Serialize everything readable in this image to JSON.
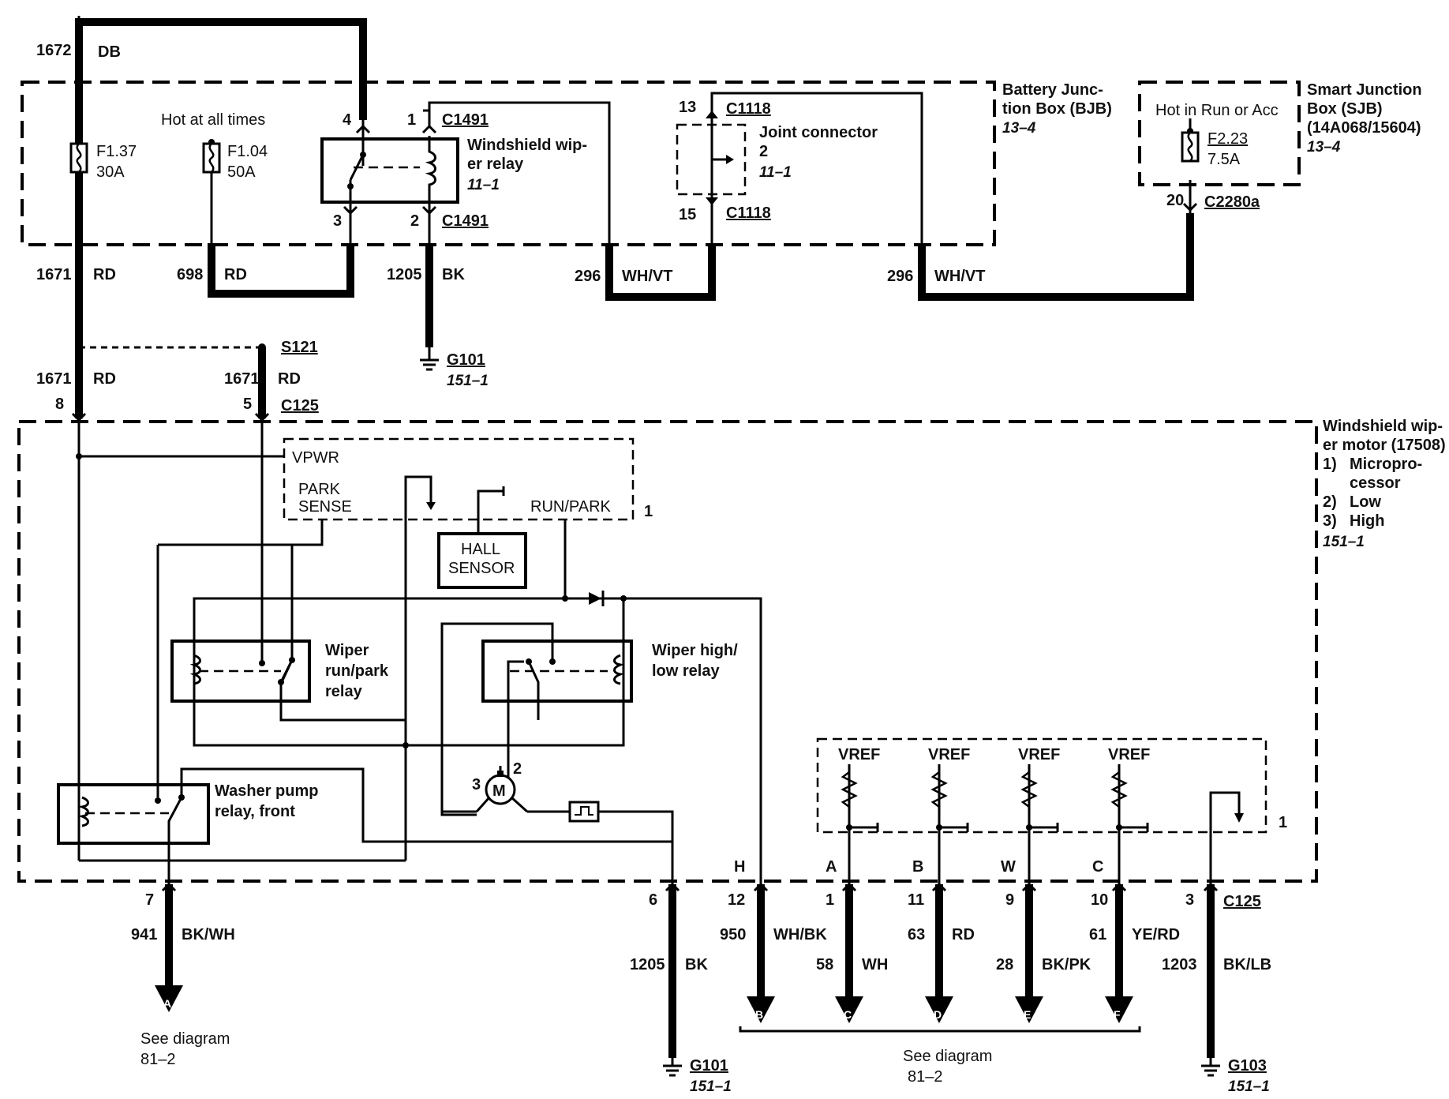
{
  "top": {
    "c1672": "1672",
    "c1672_color": "DB",
    "hot_all_times": "Hot at all times",
    "f137": "F1.37",
    "f137_amp": "30A",
    "f104": "F1.04",
    "f104_amp": "50A",
    "pin4": "4",
    "pin1": "1",
    "pin3": "3",
    "pin2": "2",
    "c1491": "C1491",
    "relay_line1": "Windshield wip-",
    "relay_line2": "er relay",
    "relay_ref": "11–1",
    "pin13": "13",
    "pin15": "15",
    "c1118": "C1118",
    "joint_line1": "Joint connector",
    "joint_line2": "2",
    "joint_ref": "11–1",
    "bjb_line1": "Battery Junc-",
    "bjb_line2": "tion Box (BJB)",
    "bjb_ref": "13–4",
    "sjb_hot": "Hot in Run or Acc",
    "f223": "F2.23",
    "f223_amp": "7.5A",
    "pin20": "20",
    "c2280a": "C2280a",
    "sjb_line1": "Smart Junction",
    "sjb_line2": "Box (SJB)",
    "sjb_line3": "(14A068/15604)",
    "sjb_ref": "13–4"
  },
  "wires_mid": {
    "c1671": "1671",
    "rd": "RD",
    "c698": "698",
    "c1205": "1205",
    "bk": "BK",
    "c296": "296",
    "whvt": "WH/VT",
    "g101": "G101",
    "g101_ref": "151–1",
    "s121": "S121",
    "pin8": "8",
    "pin5": "5",
    "c125": "C125"
  },
  "motor": {
    "vpwr": "VPWR",
    "park1": "PARK",
    "park2": "SENSE",
    "runpark": "RUN/PARK",
    "pin1": "1",
    "hall1": "HALL",
    "hall2": "SENSOR",
    "rp1": "Wiper",
    "rp2": "run/park",
    "rp3": "relay",
    "hl1": "Wiper high/",
    "hl2": "low relay",
    "wp1": "Washer pump",
    "wp2": "relay, front",
    "m": "M",
    "m3": "3",
    "m2": "2",
    "vref": "VREF",
    "title1": "Windshield wip-",
    "title2": "er motor (17508)",
    "l1n": "1)",
    "l1": "Micropro-",
    "l1b": "cessor",
    "l2n": "2)",
    "l2": "Low",
    "l3n": "3)",
    "l3": "High",
    "ref": "151–1",
    "pH": "H",
    "pA": "A",
    "pB": "B",
    "pW": "W",
    "pC": "C",
    "pin1r": "1"
  },
  "bottom": {
    "p7": "7",
    "c941": "941",
    "bkwh": "BK/WH",
    "p6": "6",
    "c1205": "1205",
    "bk": "BK",
    "p12": "12",
    "c950": "950",
    "whbk": "WH/BK",
    "p1": "1",
    "c58": "58",
    "wh": "WH",
    "p11": "11",
    "c63": "63",
    "rd": "RD",
    "p9": "9",
    "c28": "28",
    "bkpk": "BK/PK",
    "p10": "10",
    "c61": "61",
    "yerd": "YE/RD",
    "p3": "3",
    "c125": "C125",
    "c1203": "1203",
    "bklb": "BK/LB",
    "A": "A",
    "B": "B",
    "C": "C",
    "D": "D",
    "E": "E",
    "F": "F",
    "see": "See diagram",
    "see_ref": "81–2",
    "g101": "G101",
    "g103": "G103",
    "gref": "151–1"
  }
}
